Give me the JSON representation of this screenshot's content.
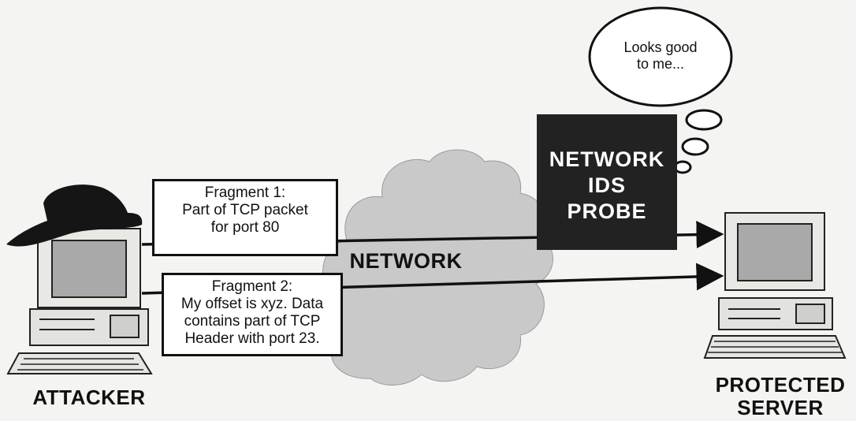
{
  "labels": {
    "attacker": "ATTACKER",
    "network": "NETWORK",
    "protected_server": [
      "PROTECTED",
      "SERVER"
    ]
  },
  "probe": {
    "lines": [
      "NETWORK",
      "IDS",
      "PROBE"
    ]
  },
  "thought_bubble": {
    "lines": [
      "Looks good",
      "to me..."
    ]
  },
  "fragments": [
    {
      "lines": [
        "Fragment 1:",
        "Part of TCP packet",
        "for port 80"
      ]
    },
    {
      "lines": [
        "Fragment 2:",
        "My offset is xyz. Data",
        "contains part of TCP",
        "Header with port 23."
      ]
    }
  ],
  "colors": {
    "cloud": "#c9c9c9",
    "probe_fill": "#222222",
    "ink": "#111111",
    "hat": "#151515",
    "monitor_screen": "#a9a9a9"
  },
  "icons": [
    "hat-icon",
    "attacker-computer-icon",
    "server-computer-icon",
    "cloud-icon",
    "arrow-icon"
  ]
}
